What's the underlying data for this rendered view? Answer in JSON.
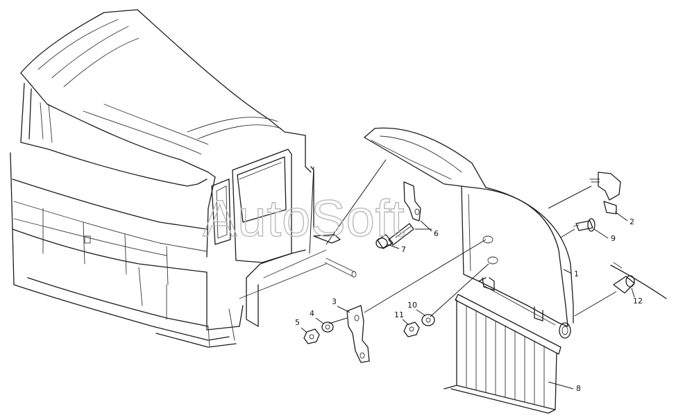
{
  "watermark": "AutoSoft",
  "callouts": [
    {
      "id": "c1",
      "text": "1"
    },
    {
      "id": "c2",
      "text": "2"
    },
    {
      "id": "c3",
      "text": "3"
    },
    {
      "id": "c4",
      "text": "4"
    },
    {
      "id": "c5",
      "text": "5"
    },
    {
      "id": "c6",
      "text": "6"
    },
    {
      "id": "c7",
      "text": "7"
    },
    {
      "id": "c8",
      "text": "8"
    },
    {
      "id": "c9",
      "text": "9"
    },
    {
      "id": "c10",
      "text": "10"
    },
    {
      "id": "c11",
      "text": "11"
    },
    {
      "id": "c12",
      "text": "12"
    }
  ],
  "colors": {
    "line": "#1a1a1a",
    "watermark": "#b9b9b9",
    "background": "#ffffff"
  }
}
